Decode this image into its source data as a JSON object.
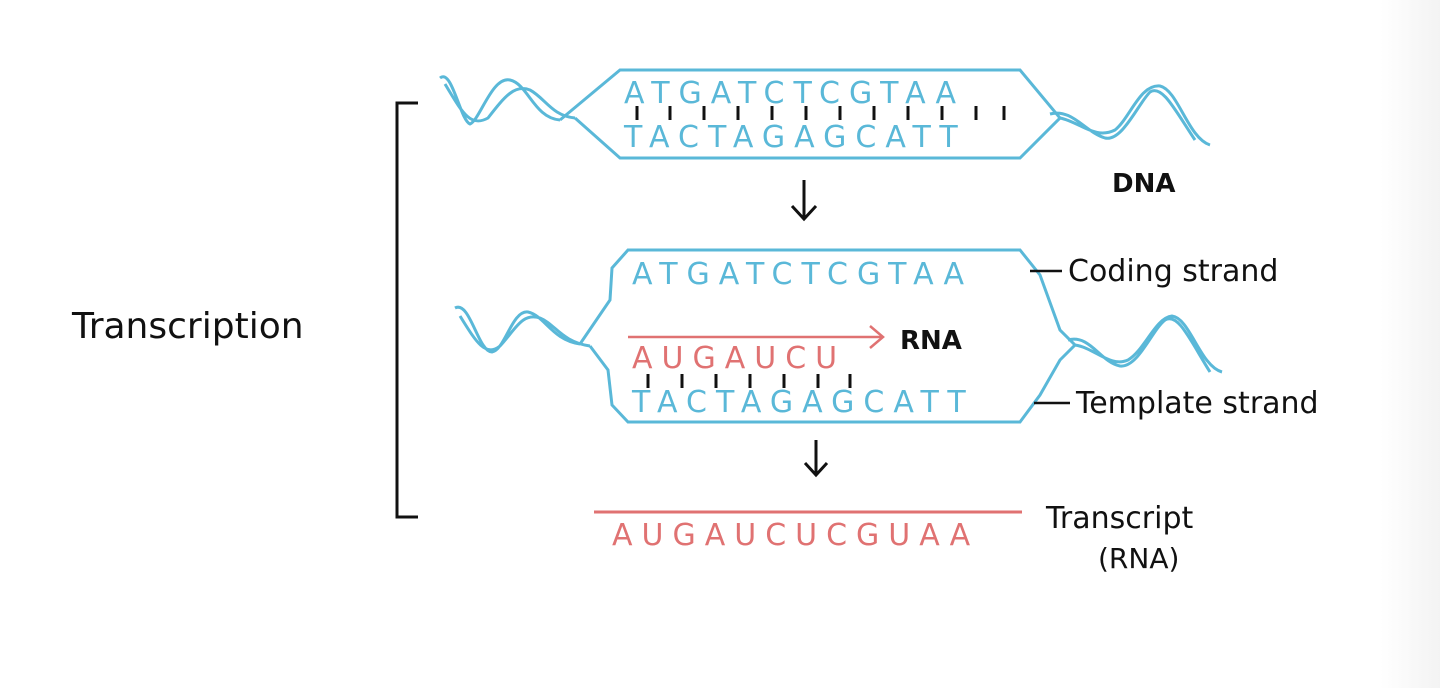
{
  "colors": {
    "dna": "#5ab8d8",
    "rna": "#e07272",
    "ink": "#111111"
  },
  "labels": {
    "transcription": "Transcription",
    "dna": "DNA",
    "coding_strand": "Coding strand",
    "template_strand": "Template strand",
    "rna": "RNA",
    "transcript_line1": "Transcript",
    "transcript_line2": "(RNA)"
  },
  "sequences": {
    "top_dna_upper": "ATGATCTCGTAA",
    "top_dna_lower": "TACTAGAGCATT",
    "coding": "ATGATCTCGTAA",
    "template": "TACTAGAGCATT",
    "rna_partial": "AUGAUCU",
    "transcript": "AUGAUCUCGUAA"
  },
  "icons": {
    "flow_arrow": "arrow-down-icon",
    "synthesis_arrow": "arrow-right-icon",
    "bracket": "bracket-icon"
  }
}
